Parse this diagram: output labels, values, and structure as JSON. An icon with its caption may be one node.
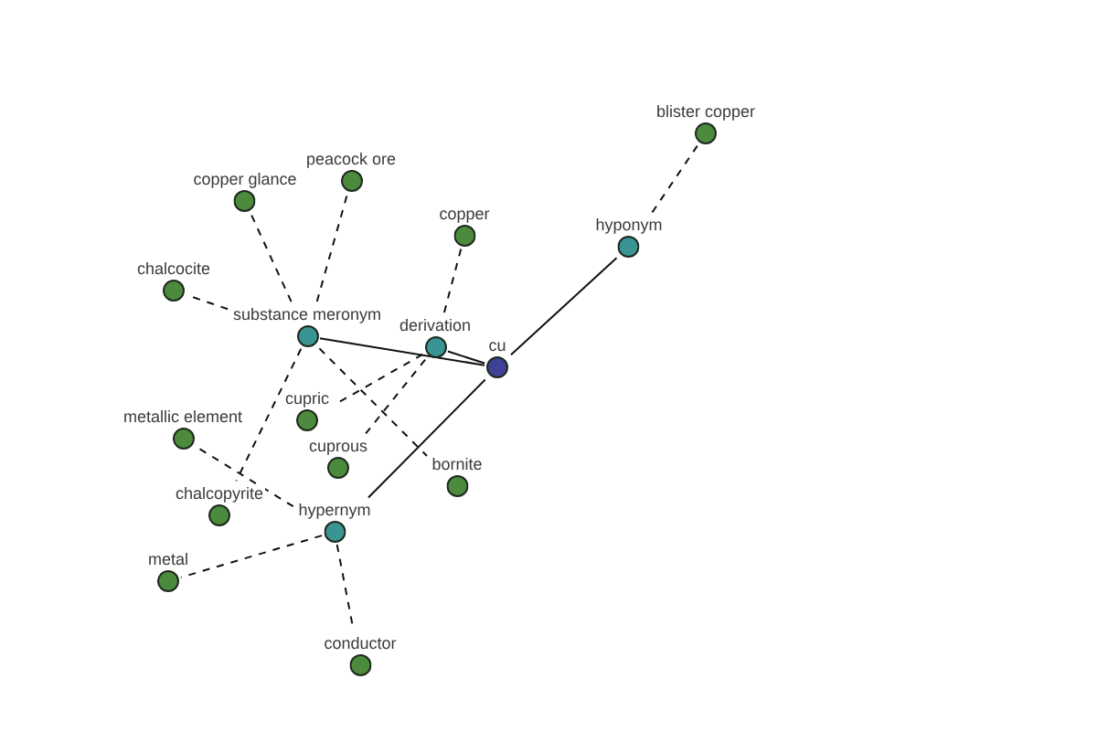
{
  "diagram": {
    "nodes": [
      {
        "text": [
          "blister copper"
        ]
      },
      {
        "text": [
          "peacock ore"
        ]
      },
      {
        "text": [
          "copper glance"
        ]
      },
      {
        "text": [
          "copper"
        ]
      },
      {
        "text": [
          "hyponym"
        ]
      },
      {
        "text": [
          "chalcocite"
        ]
      },
      {
        "text": [
          "substance meronym"
        ]
      },
      {
        "text": [
          "derivation"
        ]
      },
      {
        "text": [
          "cu"
        ]
      },
      {
        "text": [
          "cupric"
        ]
      },
      {
        "text": [
          "cuprous"
        ]
      },
      {
        "text": [
          "metallic element"
        ]
      },
      {
        "text": [
          "bornite"
        ]
      },
      {
        "text": [
          "chalcopyrite"
        ]
      },
      {
        "text": [
          "hypernym"
        ]
      },
      {
        "text": [
          "metal"
        ]
      },
      {
        "text": [
          "conductor"
        ]
      }
    ],
    "edges": [
      {
        "from": 8,
        "to": 6,
        "arrow": "none"
      },
      {
        "from": 8,
        "to": 7,
        "arrow": "none"
      },
      {
        "from": 8,
        "to": 4,
        "arrow": "none"
      },
      {
        "from": 8,
        "to": 14,
        "arrow": "none"
      },
      {
        "from": 4,
        "to": 0,
        "arrow": "none",
        "style": "dashed"
      },
      {
        "from": 6,
        "to": 2,
        "arrow": "none",
        "style": "dashed"
      },
      {
        "from": 6,
        "to": 1,
        "arrow": "none",
        "style": "dashed"
      },
      {
        "from": 6,
        "to": 5,
        "arrow": "none",
        "style": "dashed"
      },
      {
        "from": 6,
        "to": 13,
        "arrow": "none",
        "style": "dashed"
      },
      {
        "from": 6,
        "to": 12,
        "arrow": "none",
        "style": "dashed"
      },
      {
        "from": 7,
        "to": 3,
        "arrow": "none",
        "style": "dashed"
      },
      {
        "from": 7,
        "to": 9,
        "arrow": "none",
        "style": "dashed"
      },
      {
        "from": 7,
        "to": 10,
        "arrow": "none",
        "style": "dashed"
      },
      {
        "from": 14,
        "to": 11,
        "arrow": "none",
        "style": "dashed"
      },
      {
        "from": 14,
        "to": 15,
        "arrow": "none",
        "style": "dashed"
      },
      {
        "from": 14,
        "to": 16,
        "arrow": "none",
        "style": "dashed"
      }
    ]
  }
}
